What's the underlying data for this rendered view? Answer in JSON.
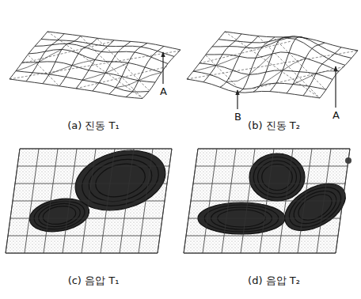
{
  "diagram": {
    "labels": [
      "A",
      "A",
      "B",
      "(a) 진동 T₁",
      "(b) 진동 T₂",
      "(c) 음압 T₁",
      "(d) 음압 T₂"
    ]
  }
}
